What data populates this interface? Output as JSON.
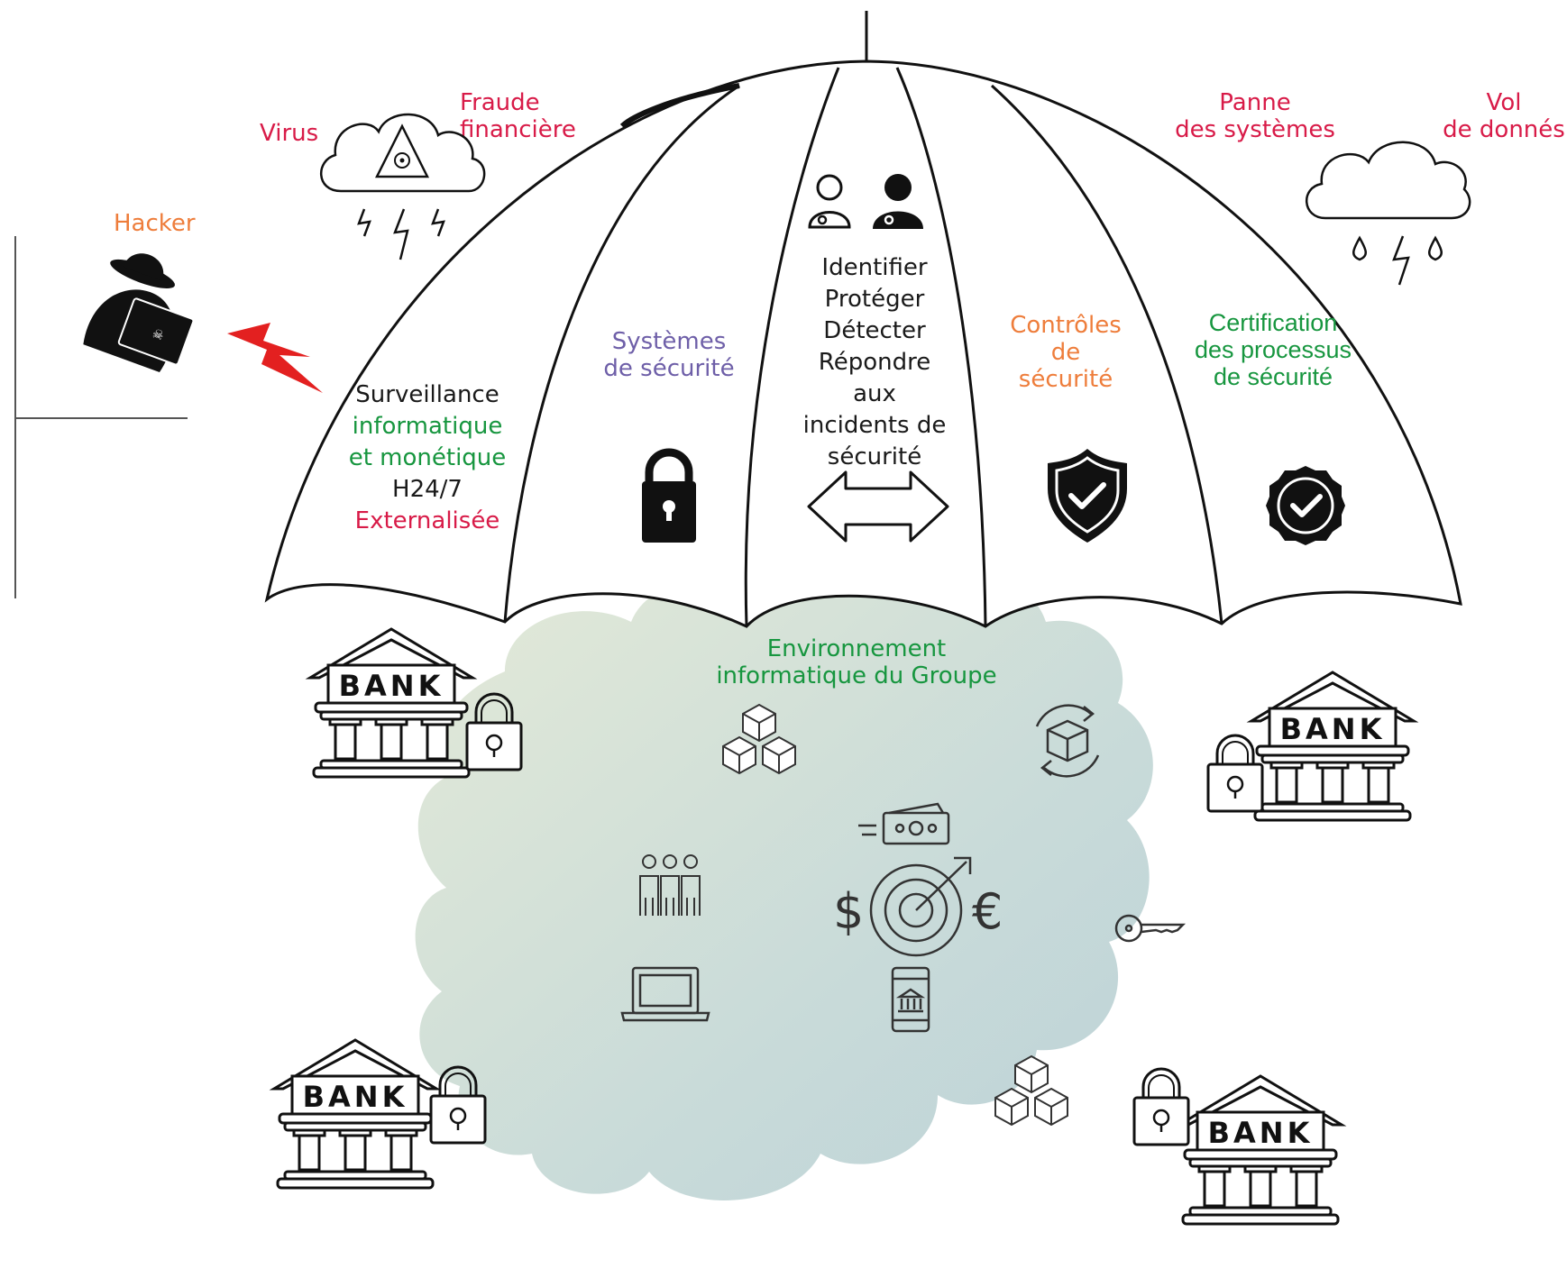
{
  "colors": {
    "threat_red": "#d81b48",
    "hacker_orange": "#ee7d3b",
    "controls_orange": "#ee7d3b",
    "green": "#17963f",
    "purple": "#6e5fa8",
    "text": "#1a1a1a",
    "cloud_left": "#e4ead7",
    "cloud_right": "#bdd3d9"
  },
  "threats": {
    "hacker": "Hacker",
    "virus": "Virus",
    "fraud_line1": "Fraude",
    "fraud_line2": "financière",
    "outage_line1": "Panne",
    "outage_line2": "des systèmes",
    "theft_line1": "Vol",
    "theft_line2": "de donnés"
  },
  "umbrella": {
    "panel1": {
      "line1": "Surveillance",
      "line2": "informatique",
      "line3": "et monétique",
      "line4": "H24/7",
      "line5": "Externalisée"
    },
    "panel2": {
      "line1": "Systèmes",
      "line2": "de sécurité",
      "icon": "padlock-icon"
    },
    "panel3": {
      "lines": [
        "Identifier",
        "Protéger",
        "Détecter",
        "Répondre",
        "aux",
        "incidents de",
        "sécurité"
      ],
      "icon": "double-arrow-icon"
    },
    "panel4": {
      "line1": "Contrôles",
      "line2": "de",
      "line3": "sécurité",
      "icon": "shield-check-icon"
    },
    "panel5": {
      "line1": "Certification",
      "line2": "des processus",
      "line3": "de sécurité",
      "icon": "badge-check-icon"
    }
  },
  "environment": {
    "line1": "Environnement",
    "line2": "informatique du Groupe"
  },
  "banks": {
    "label": "BANK"
  }
}
